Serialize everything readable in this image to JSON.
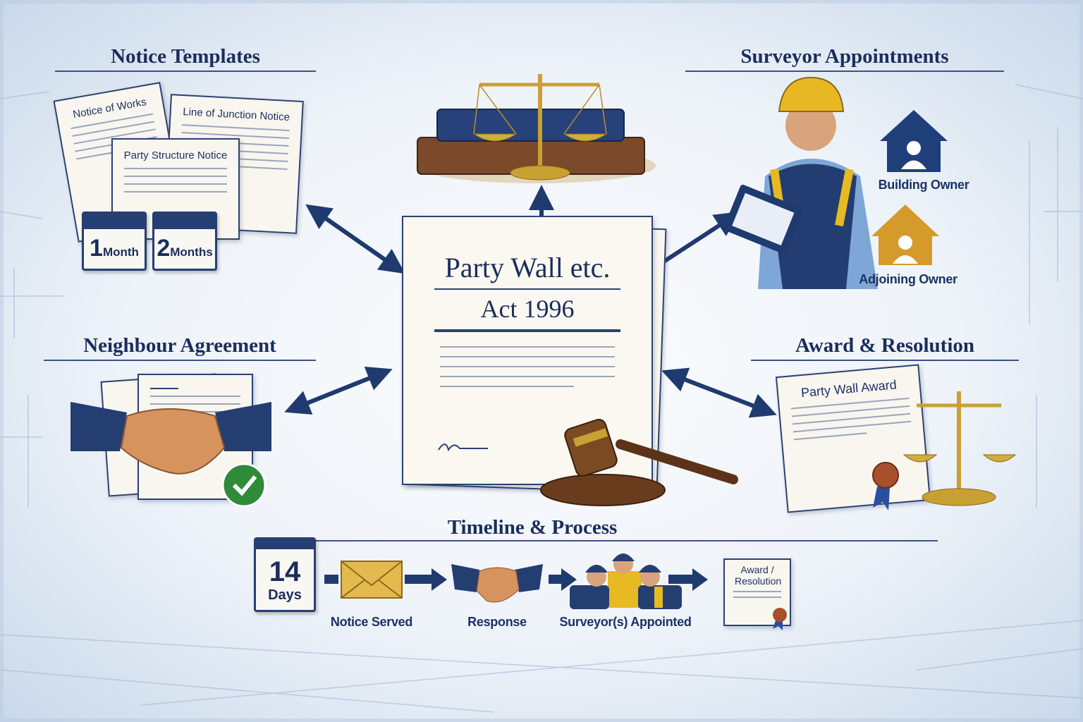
{
  "center_document": {
    "title_line1": "Party Wall etc.",
    "title_line2": "Act 1996"
  },
  "notice_templates": {
    "heading": "Notice Templates",
    "documents": [
      "Notice of Works",
      "Line of Junction Notice",
      "Party Structure Notice"
    ],
    "periods": [
      {
        "number": "1",
        "unit": "Month"
      },
      {
        "number": "2",
        "unit": "Months"
      }
    ]
  },
  "surveyor_appointments": {
    "heading": "Surveyor Appointments",
    "owners": [
      {
        "label": "Building Owner",
        "color": "#1f3f7a"
      },
      {
        "label": "Adjoining Owner",
        "color": "#d49a2a"
      }
    ]
  },
  "neighbour_agreement": {
    "heading": "Neighbour Agreement",
    "status": "agreed"
  },
  "award_resolution": {
    "heading": "Award & Resolution",
    "document": "Party Wall Award"
  },
  "timeline": {
    "heading": "Timeline & Process",
    "calendar": {
      "number": "14",
      "unit": "Days"
    },
    "steps": [
      "Notice Served",
      "Response",
      "Surveyor(s) Appointed"
    ],
    "final_document": "Award / Resolution"
  },
  "colors": {
    "navy": "#1c2f5e",
    "gold": "#c9a032",
    "paper": "#f8f6ef",
    "background": "#eef3f9"
  }
}
